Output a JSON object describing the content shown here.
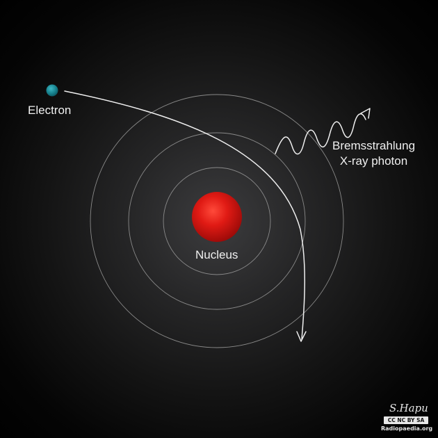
{
  "labels": {
    "electron": "Electron",
    "nucleus": "Nucleus",
    "photon_line1": "Bremsstrahlung",
    "photon_line2": "X-ray photon"
  },
  "credits": {
    "signature": "S.Hapu",
    "license": "CC NC BY SA",
    "site": "Radiopaedia.org"
  },
  "colors": {
    "background": "#000000",
    "nucleus": "#e01a14",
    "electron": "#1a8a96",
    "orbits": "#8a8a8a",
    "paths": "#f0f0f0"
  }
}
